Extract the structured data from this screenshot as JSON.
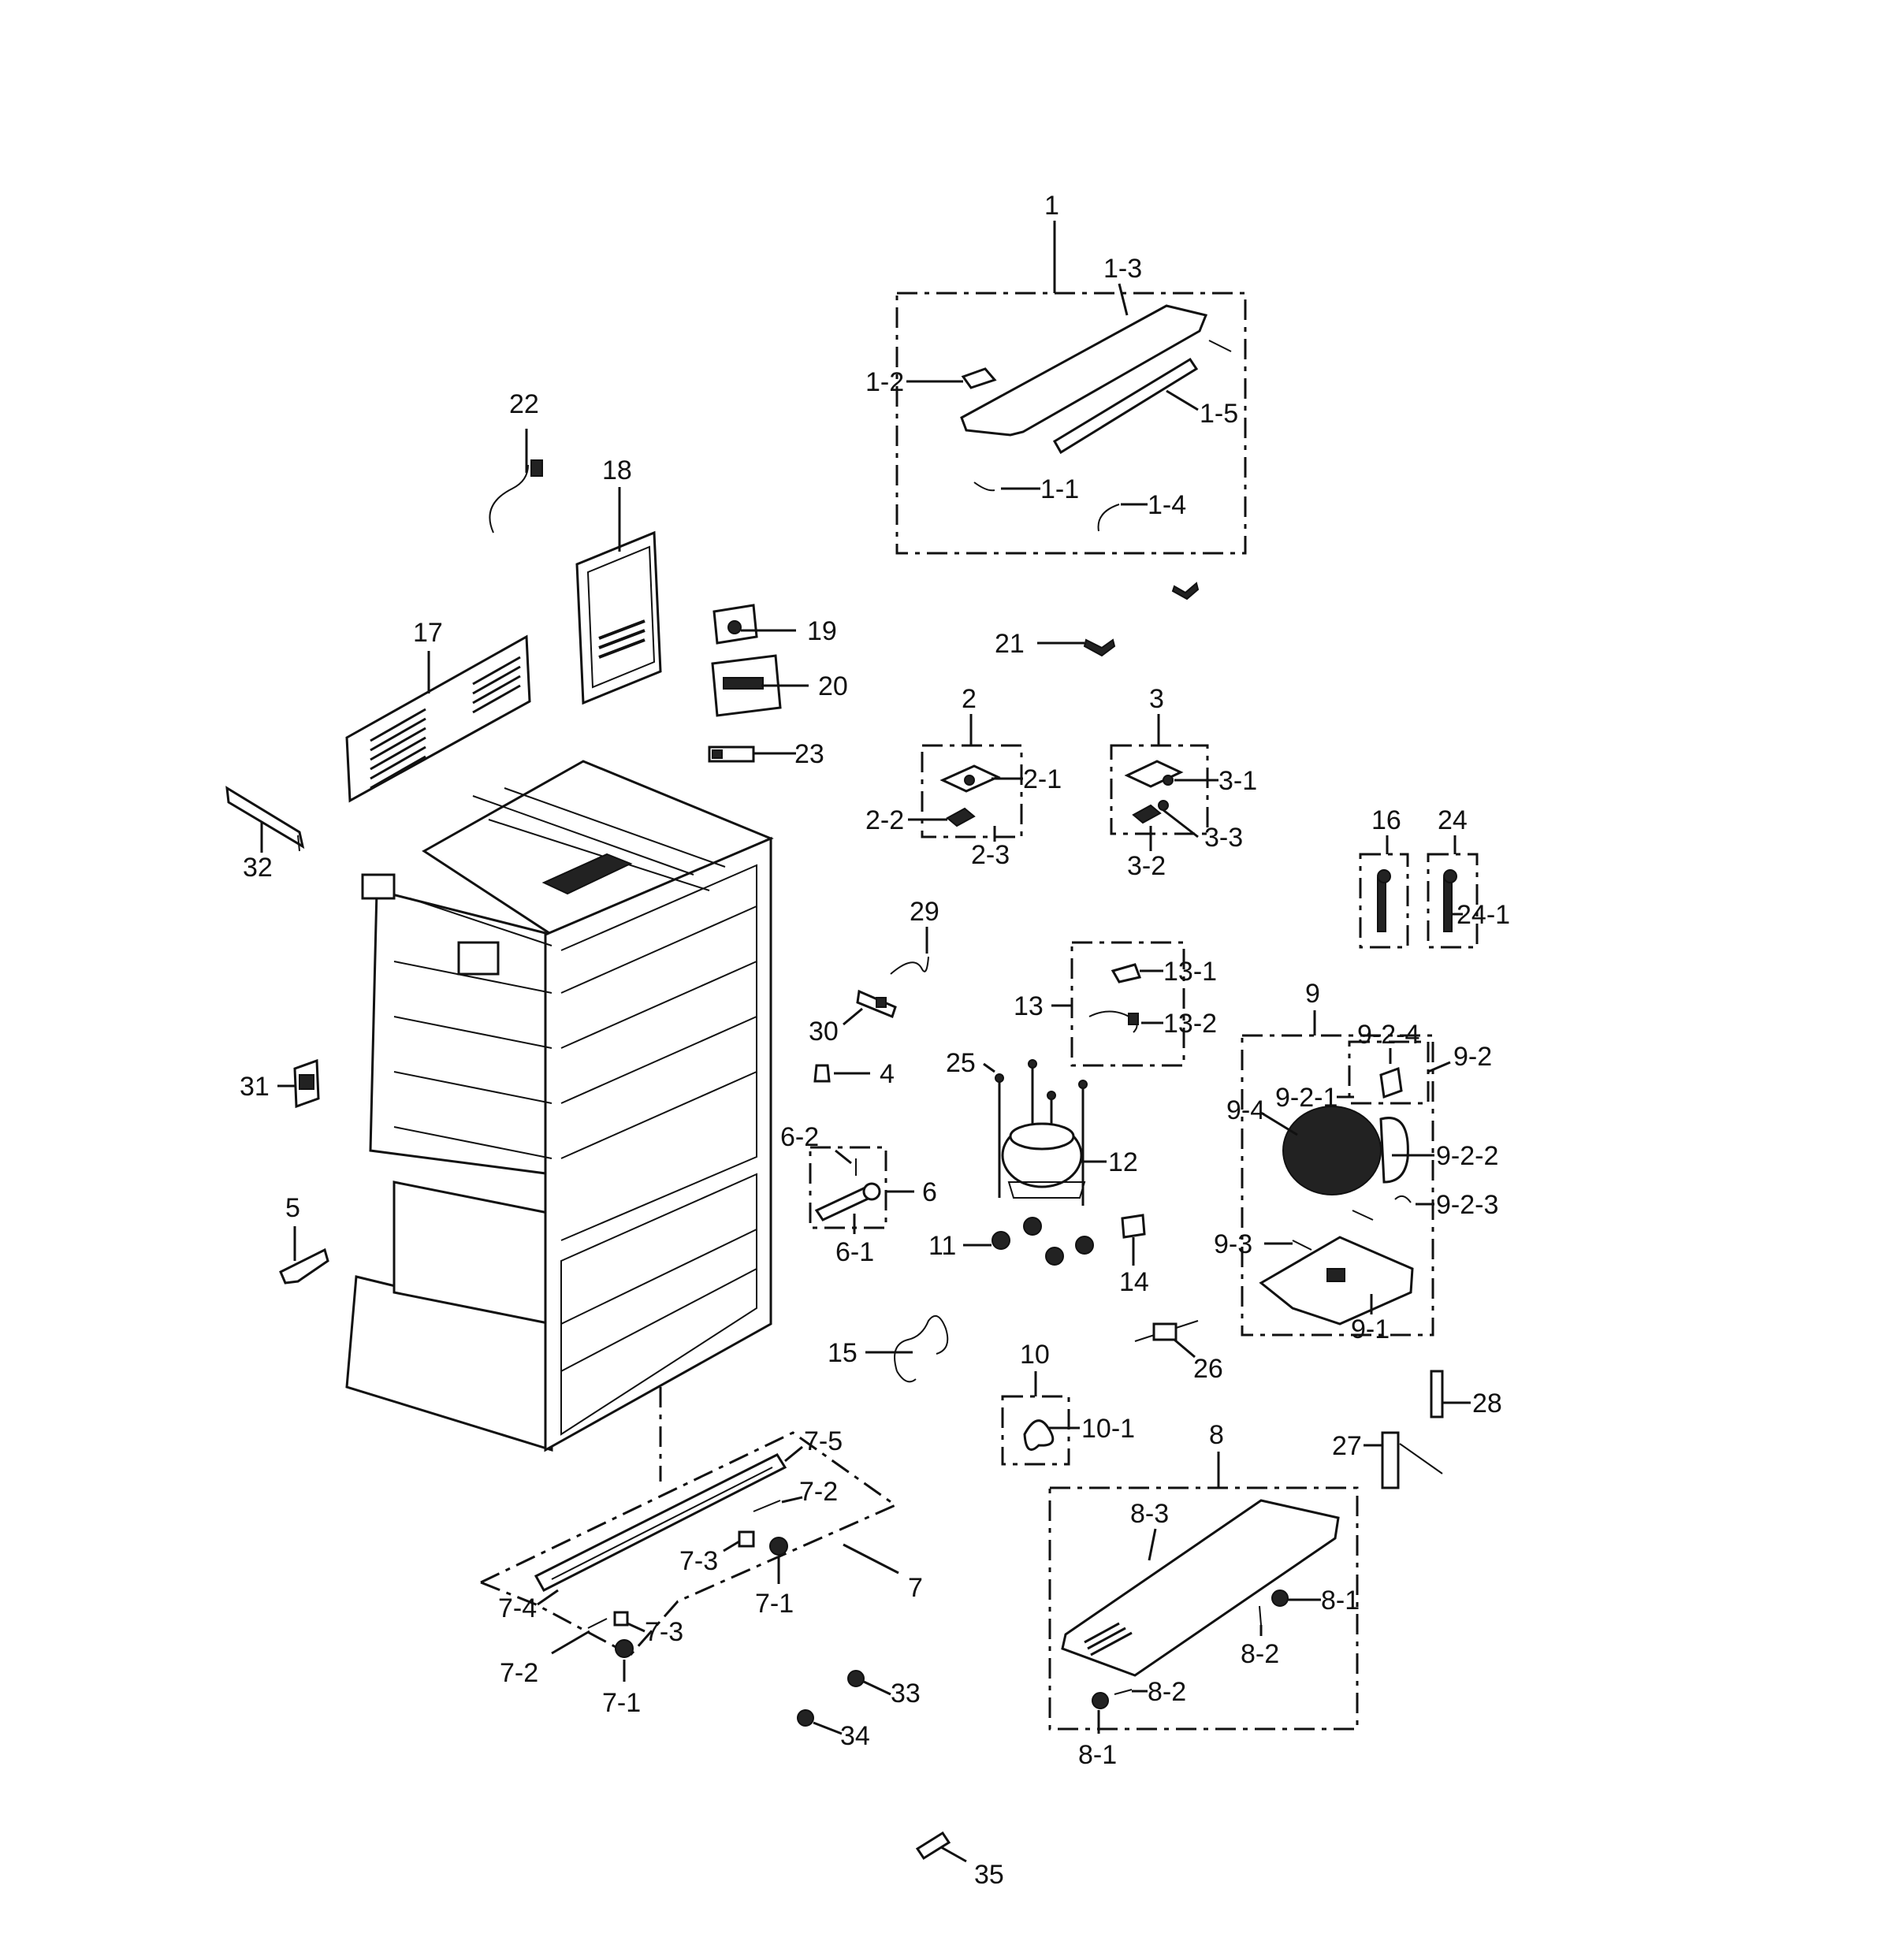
{
  "callouts": {
    "c1": "1",
    "c1_1": "1-1",
    "c1_2": "1-2",
    "c1_3": "1-3",
    "c1_4": "1-4",
    "c1_5": "1-5",
    "c2": "2",
    "c2_1": "2-1",
    "c2_2": "2-2",
    "c2_3": "2-3",
    "c3": "3",
    "c3_1": "3-1",
    "c3_2": "3-2",
    "c3_3": "3-3",
    "c4": "4",
    "c5": "5",
    "c6": "6",
    "c6_1": "6-1",
    "c6_2": "6-2",
    "c7": "7",
    "c7_1a": "7-1",
    "c7_1b": "7-1",
    "c7_2a": "7-2",
    "c7_2b": "7-2",
    "c7_3a": "7-3",
    "c7_3b": "7-3",
    "c7_4": "7-4",
    "c7_5": "7-5",
    "c8": "8",
    "c8_1a": "8-1",
    "c8_1b": "8-1",
    "c8_2a": "8-2",
    "c8_2b": "8-2",
    "c8_3": "8-3",
    "c9": "9",
    "c9_1": "9-1",
    "c9_2": "9-2",
    "c9_2_1": "9-2-1",
    "c9_2_2": "9-2-2",
    "c9_2_3": "9-2-3",
    "c9_2_4": "9-2-4",
    "c9_3": "9-3",
    "c9_4": "9-4",
    "c10": "10",
    "c10_1": "10-1",
    "c11": "11",
    "c12": "12",
    "c13": "13",
    "c13_1": "13-1",
    "c13_2": "13-2",
    "c14": "14",
    "c15": "15",
    "c16": "16",
    "c17": "17",
    "c18": "18",
    "c19": "19",
    "c20": "20",
    "c21": "21",
    "c22": "22",
    "c23": "23",
    "c24": "24",
    "c24_1": "24-1",
    "c25": "25",
    "c26": "26",
    "c27": "27",
    "c28": "28",
    "c29": "29",
    "c30": "30",
    "c31": "31",
    "c32": "32",
    "c33": "33",
    "c34": "34",
    "c35": "35"
  }
}
